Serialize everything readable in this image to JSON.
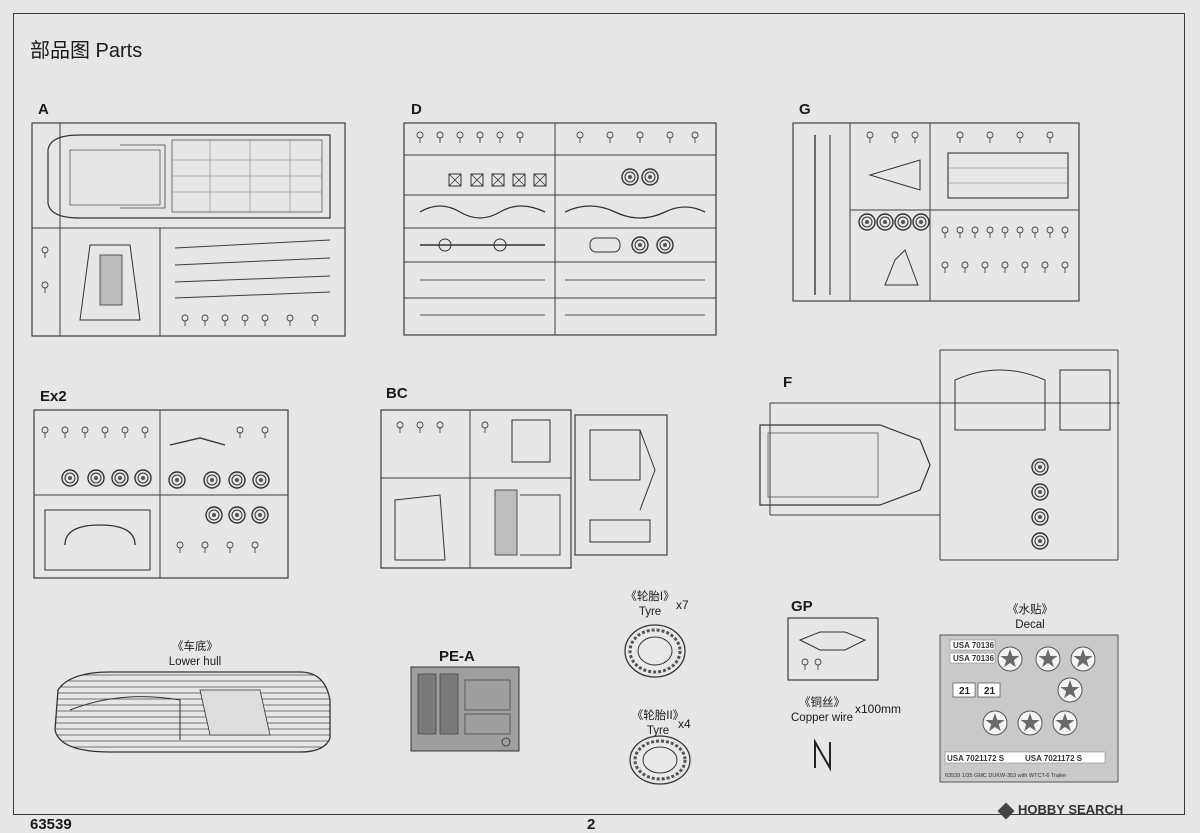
{
  "page": {
    "title": "部品图 Parts",
    "code": "63539",
    "page_number": "2"
  },
  "sprues": {
    "A": "A",
    "D": "D",
    "G": "G",
    "Ex2": "Ex2",
    "BC": "BC",
    "F": "F",
    "GP": "GP",
    "PE_A": "PE-A"
  },
  "captions": {
    "tyre1_cn": "《轮胎I》",
    "tyre1_en": "Tyre",
    "tyre1_qty": "x7",
    "tyre2_cn": "《轮胎II》",
    "tyre2_en": "Tyre",
    "tyre2_qty": "x4",
    "lower_hull_cn": "《车底》",
    "lower_hull_en": "Lower hull",
    "copper_cn": "《铜丝》",
    "copper_en": "Copper wire",
    "copper_qty": "x100mm",
    "decal_cn": "《水贴》",
    "decal_en": "Decal"
  },
  "decal": {
    "lines": [
      "USA 70136",
      "USA 70136",
      "21",
      "21",
      "USA 7021172 S",
      "USA 7021172 S"
    ],
    "footer": "63539 1/35 GMC DUKW-353 with WTCT-6 Trailer"
  },
  "watermark": {
    "brand": "HOBBY SEARCH"
  },
  "icons": [
    "sprue-frame-icon",
    "tyre-icon",
    "copper-wire-icon",
    "star-roundel-icon",
    "hobby-search-logo-icon"
  ]
}
